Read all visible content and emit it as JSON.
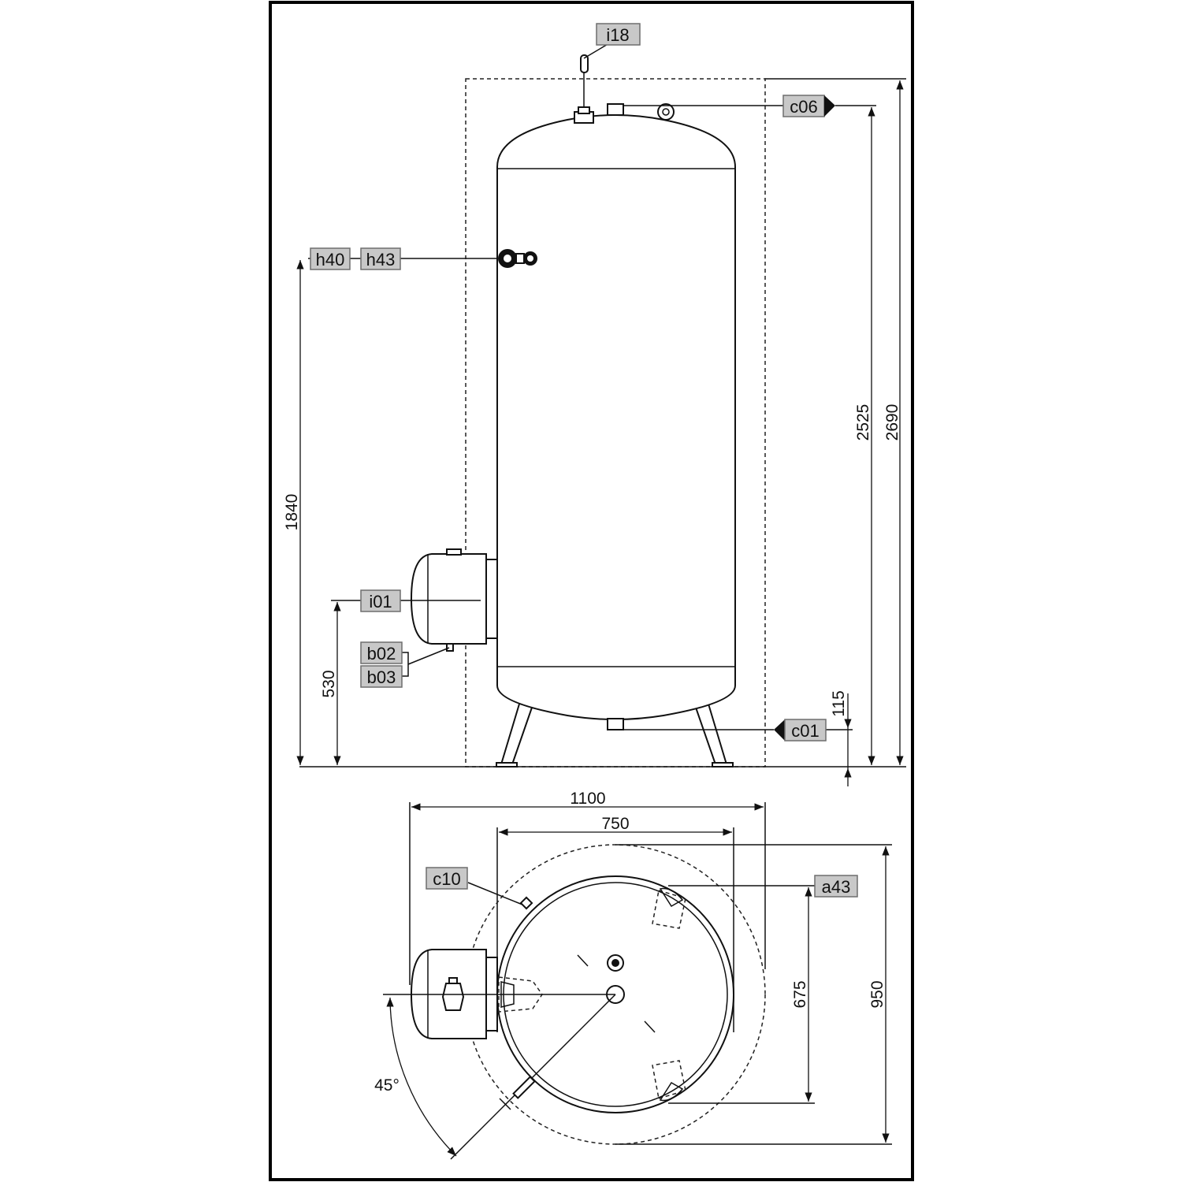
{
  "labels": {
    "i18": "i18",
    "c06": "c06",
    "h40": "h40",
    "h43": "h43",
    "i01": "i01",
    "b02": "b02",
    "b03": "b03",
    "c01": "c01",
    "c10": "c10",
    "a43": "a43"
  },
  "dimensions": {
    "d2690": "2690",
    "d2525": "2525",
    "d1840": "1840",
    "d530": "530",
    "d115": "115",
    "d1100": "1100",
    "d750": "750",
    "d675": "675",
    "d950": "950",
    "angle": "45°"
  }
}
